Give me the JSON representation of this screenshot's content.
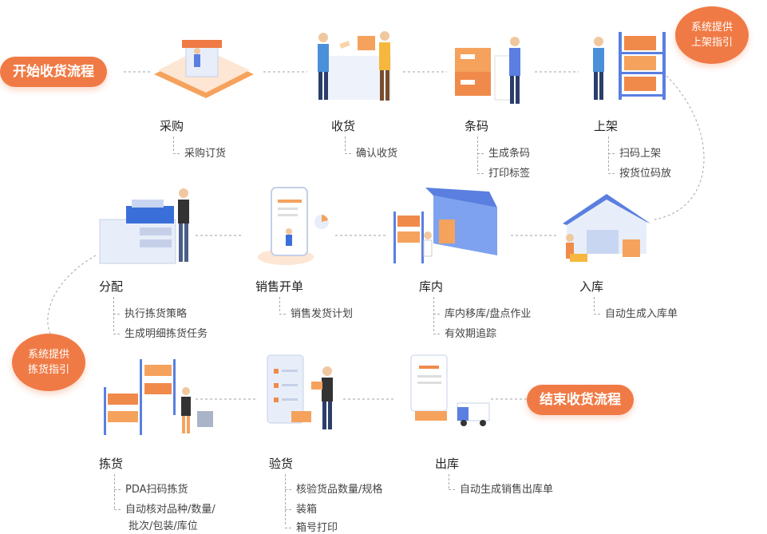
{
  "start_label": "开始收货流程",
  "end_label": "结束收货流程",
  "bubbles": {
    "shelf_guide": [
      "系统提供",
      "上架指引"
    ],
    "pick_guide": [
      "系统提供",
      "拣货指引"
    ]
  },
  "steps": {
    "purchase": {
      "title": "采购",
      "items": [
        "采购订货"
      ]
    },
    "receive": {
      "title": "收货",
      "items": [
        "确认收货"
      ]
    },
    "barcode": {
      "title": "条码",
      "items": [
        "生成条码",
        "打印标签"
      ]
    },
    "shelve": {
      "title": "上架",
      "items": [
        "扫码上架",
        "按货位码放"
      ]
    },
    "inbound": {
      "title": "入库",
      "items": [
        "自动生成入库单"
      ]
    },
    "in_warehouse": {
      "title": "库内",
      "items": [
        "库内移库/盘点作业",
        "有效期追踪"
      ]
    },
    "sales_order": {
      "title": "销售开单",
      "items": [
        "销售发货计划"
      ]
    },
    "allocate": {
      "title": "分配",
      "items": [
        "执行拣货策略",
        "生成明细拣货任务"
      ]
    },
    "picking": {
      "title": "拣货",
      "items": [
        "PDA扫码拣货",
        "自动核对品种/数量/",
        "批次/包装/库位"
      ]
    },
    "inspect": {
      "title": "验货",
      "items": [
        "核验货品数量/规格",
        "装箱",
        "箱号打印"
      ]
    },
    "outbound": {
      "title": "出库",
      "items": [
        "自动生成销售出库单"
      ]
    }
  },
  "colors": {
    "accent": "#f07a45",
    "blue": "#5a7fe0",
    "line": "#aaaaaa"
  }
}
